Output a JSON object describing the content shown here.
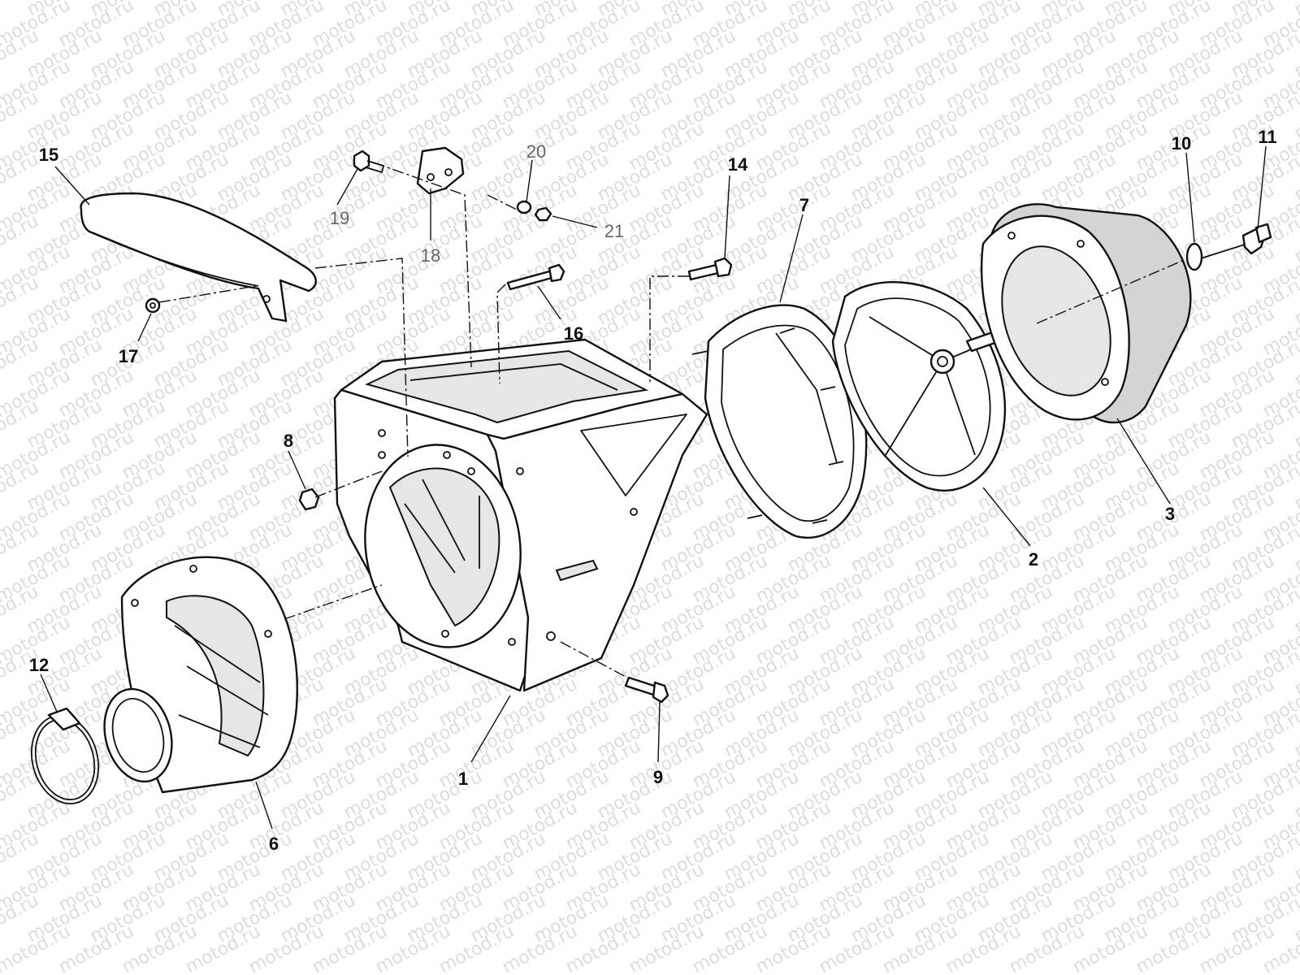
{
  "watermark": {
    "text": "motod.ru"
  },
  "callouts": [
    {
      "id": "1",
      "label": "1"
    },
    {
      "id": "2",
      "label": "2"
    },
    {
      "id": "3",
      "label": "3"
    },
    {
      "id": "6",
      "label": "6"
    },
    {
      "id": "7",
      "label": "7"
    },
    {
      "id": "8",
      "label": "8"
    },
    {
      "id": "9",
      "label": "9"
    },
    {
      "id": "10",
      "label": "10"
    },
    {
      "id": "11",
      "label": "11"
    },
    {
      "id": "12",
      "label": "12"
    },
    {
      "id": "14",
      "label": "14"
    },
    {
      "id": "15",
      "label": "15"
    },
    {
      "id": "16",
      "label": "16"
    },
    {
      "id": "17",
      "label": "17"
    },
    {
      "id": "18",
      "label": "18"
    },
    {
      "id": "19",
      "label": "19"
    },
    {
      "id": "20",
      "label": "20"
    },
    {
      "id": "21",
      "label": "21"
    }
  ]
}
